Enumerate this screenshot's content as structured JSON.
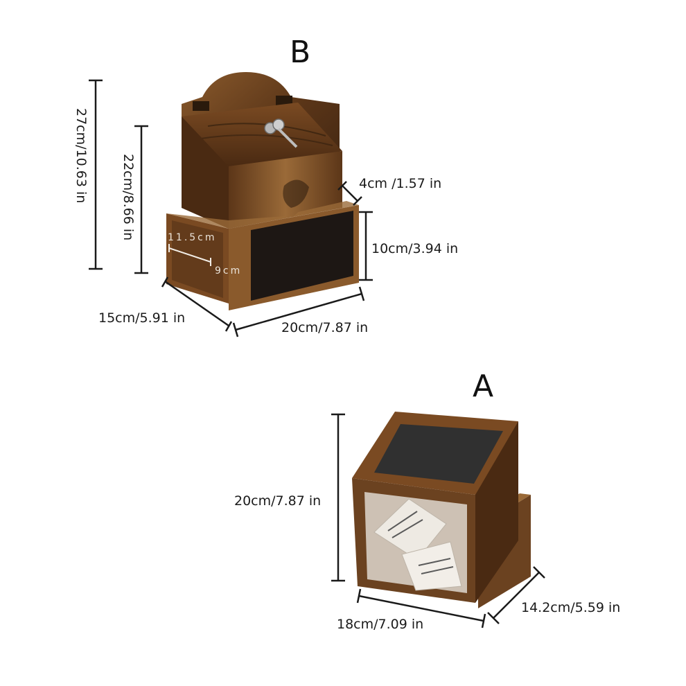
{
  "product_b": {
    "label": "B",
    "dims": {
      "total_height": "27cm/10.63 in",
      "body_height": "22cm/8.66 in",
      "depth_top": "4cm  /1.57 in",
      "front_height": "10cm/3.94 in",
      "side_depth": "15cm/5.91 in",
      "width": "20cm/7.87 in",
      "inner_width": "11.5cm",
      "inner_height": "9cm"
    }
  },
  "product_a": {
    "label": "A",
    "dims": {
      "height": "20cm/7.87 in",
      "width": "18cm/7.09 in",
      "depth": "14.2cm/5.59 in"
    }
  },
  "colors": {
    "wood_dark": "#3a2210",
    "wood_mid": "#6b4220",
    "wood_light": "#9a6a38",
    "panel": "#1d1714",
    "glass": "#d8cfc4",
    "chalk": "#303030"
  }
}
